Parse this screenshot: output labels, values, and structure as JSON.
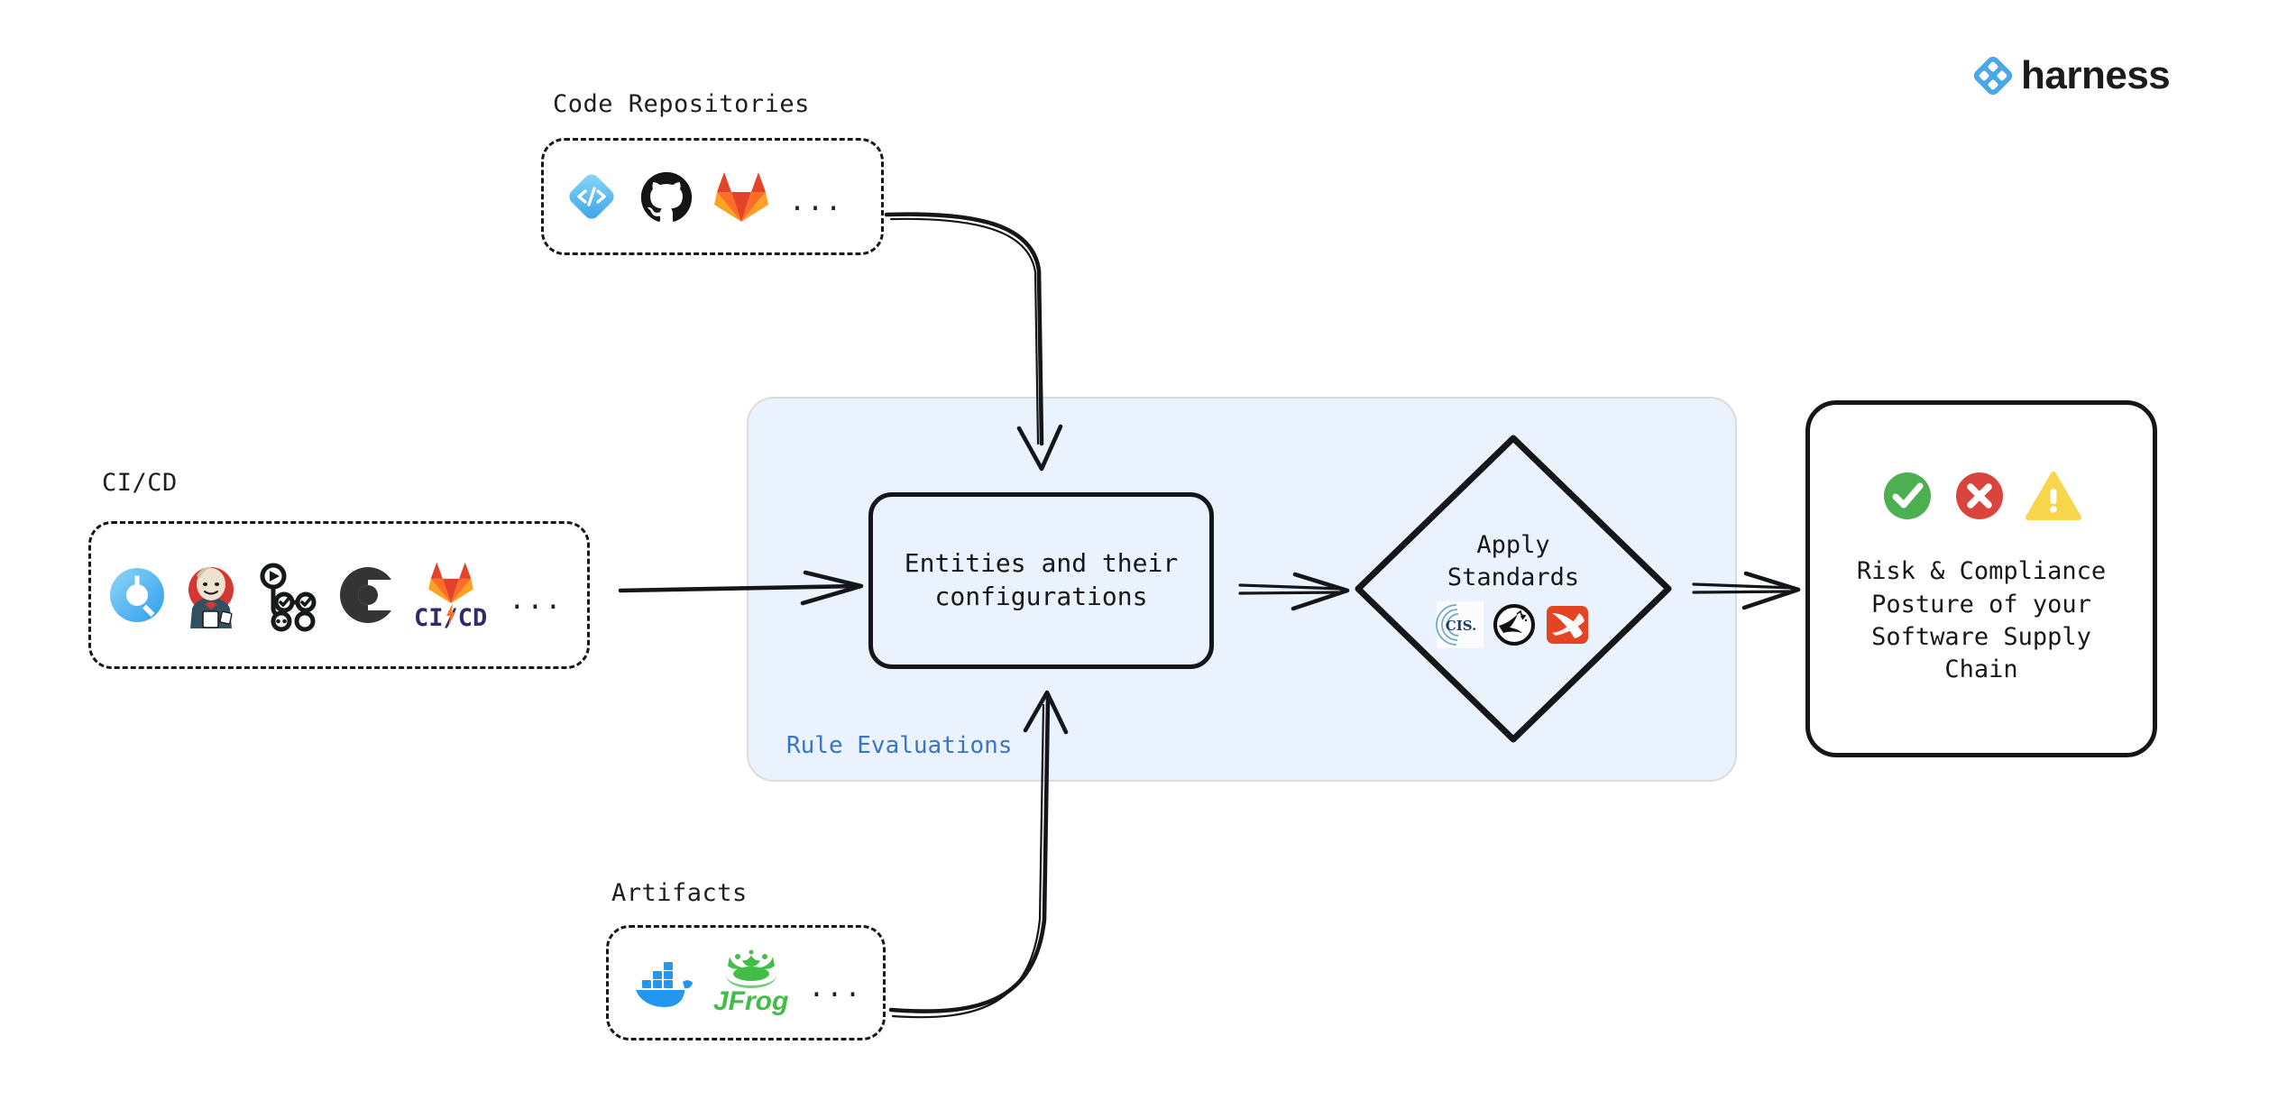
{
  "brand": {
    "name": "harness",
    "logo_icon": "harness-diamond-logo",
    "accent_color": "#4AA7E8",
    "wordmark_color": "#1B1B1B"
  },
  "diagram": {
    "type": "flow-diagram",
    "title": "Software Supply Chain Rule Evaluation Flow",
    "sources": [
      {
        "id": "code-repositories",
        "label": "Code Repositories",
        "icons": [
          {
            "name": "harness-code-icon",
            "label": "Harness Code"
          },
          {
            "name": "github-icon",
            "label": "GitHub"
          },
          {
            "name": "gitlab-icon",
            "label": "GitLab"
          }
        ],
        "more_indicator": "..."
      },
      {
        "id": "ci-cd",
        "label": "CI/CD",
        "icons": [
          {
            "name": "harness-ci-icon",
            "label": "Harness CI"
          },
          {
            "name": "jenkins-icon",
            "label": "Jenkins"
          },
          {
            "name": "github-actions-icon",
            "label": "GitHub Actions"
          },
          {
            "name": "circleci-icon",
            "label": "CircleCI"
          },
          {
            "name": "gitlab-cicd-icon",
            "label": "GitLab CI/CD"
          }
        ],
        "gitlab_cicd_text": "CI/CD",
        "more_indicator": "..."
      },
      {
        "id": "artifacts",
        "label": "Artifacts",
        "icons": [
          {
            "name": "docker-icon",
            "label": "Docker"
          },
          {
            "name": "jfrog-icon",
            "label": "JFrog"
          }
        ],
        "jfrog_wordmark": "JFrog",
        "more_indicator": "..."
      }
    ],
    "rule_evaluations": {
      "label": "Rule Evaluations",
      "label_color": "#3B74C4",
      "background_color": "#EAF3FD",
      "border_color": "#DCDCDC",
      "entities": {
        "id": "entities-and-configurations",
        "text": "Entities and their\nconfigurations"
      },
      "apply_standards": {
        "id": "apply-standards",
        "text": "Apply\nStandards",
        "shape": "diamond",
        "standards": [
          {
            "name": "cis-icon",
            "label": "CIS",
            "wordmark": "CIS"
          },
          {
            "name": "openssf-icon",
            "label": "OpenSSF"
          },
          {
            "name": "slsa-icon",
            "label": "SLSA"
          }
        ]
      }
    },
    "outcome": {
      "id": "risk-compliance-posture",
      "text": "Risk & Compliance\nPosture of your\nSoftware Supply\nChain",
      "status_icons": [
        {
          "name": "success-check-icon",
          "label": "Pass",
          "color": "#4CAF50"
        },
        {
          "name": "error-cross-icon",
          "label": "Fail",
          "color": "#D9453C"
        },
        {
          "name": "warning-triangle-icon",
          "label": "Warning",
          "color": "#F8D košt"
        }
      ]
    },
    "connectors": [
      {
        "name": "arrow-code-repos-to-entities",
        "style": "curved-down",
        "head": "open"
      },
      {
        "name": "arrow-cicd-to-entities",
        "style": "straight-right",
        "head": "open"
      },
      {
        "name": "arrow-artifacts-to-entities",
        "style": "curved-up",
        "head": "open"
      },
      {
        "name": "arrow-entities-to-standards",
        "style": "double-line-right",
        "head": "open"
      },
      {
        "name": "arrow-standards-to-outcome",
        "style": "double-line-right",
        "head": "open"
      }
    ]
  }
}
